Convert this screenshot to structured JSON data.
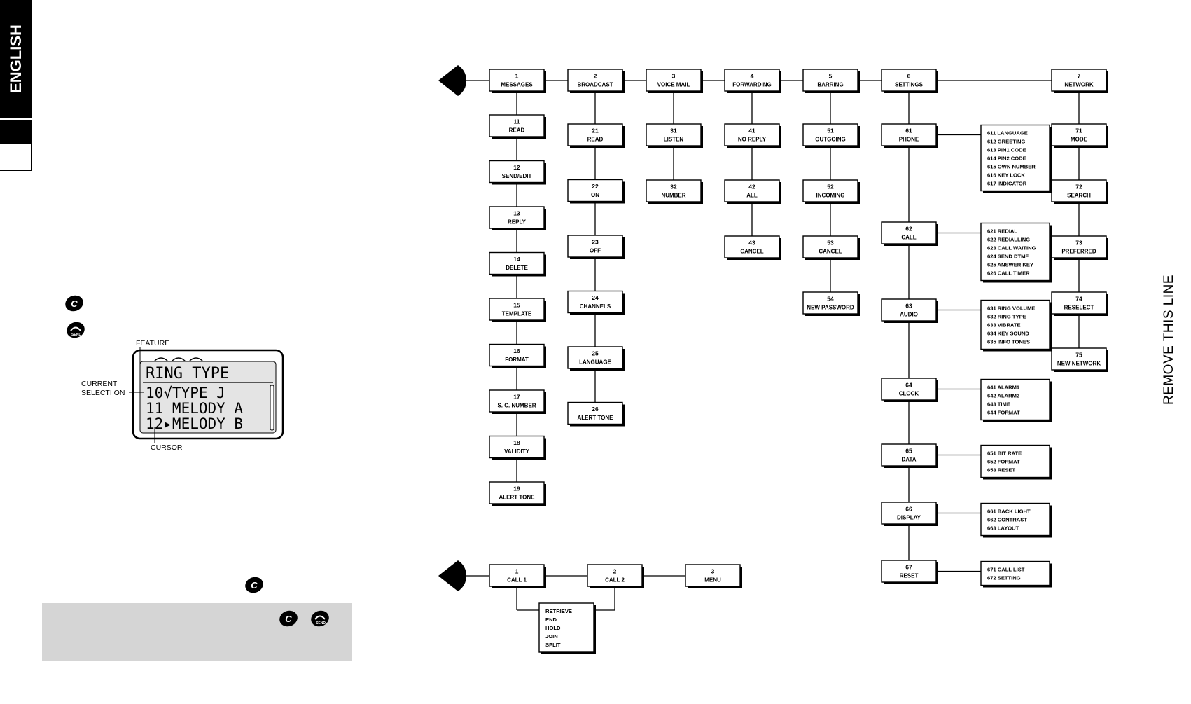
{
  "side_tab": {
    "label": "ENGLISH"
  },
  "side_text": {
    "remove": "REMOVE THIS LINE"
  },
  "lcd": {
    "title": "RING TYPE",
    "lines": [
      "10√TYPE J",
      "11 MELODY A",
      "12▸MELODY B"
    ],
    "labels": {
      "feature": "FEATURE",
      "current_1": "CURRENT",
      "current_2": "SELECTI ON",
      "cursor": "CURSOR"
    }
  },
  "menu1": {
    "top": [
      {
        "num": "1",
        "name": "MESSAGES"
      },
      {
        "num": "2",
        "name": "BROADCAST"
      },
      {
        "num": "3",
        "name": "VOICE MAIL"
      },
      {
        "num": "4",
        "name": "FORWARDING"
      },
      {
        "num": "5",
        "name": "BARRING"
      },
      {
        "num": "6",
        "name": "SETTINGS"
      },
      {
        "num": "7",
        "name": "NETWORK"
      }
    ],
    "col_messages": [
      {
        "num": "11",
        "name": "READ"
      },
      {
        "num": "12",
        "name": "SEND/EDIT"
      },
      {
        "num": "13",
        "name": "REPLY"
      },
      {
        "num": "14",
        "name": "DELETE"
      },
      {
        "num": "15",
        "name": "TEMPLATE"
      },
      {
        "num": "16",
        "name": "FORMAT"
      },
      {
        "num": "17",
        "name": "S. C. NUMBER"
      },
      {
        "num": "18",
        "name": "VALIDITY"
      },
      {
        "num": "19",
        "name": "ALERT TONE"
      }
    ],
    "col_broadcast": [
      {
        "num": "21",
        "name": "READ"
      },
      {
        "num": "22",
        "name": "ON"
      },
      {
        "num": "23",
        "name": "OFF"
      },
      {
        "num": "24",
        "name": "CHANNELS"
      },
      {
        "num": "25",
        "name": "LANGUAGE"
      },
      {
        "num": "26",
        "name": "ALERT TONE"
      }
    ],
    "col_voicemail": [
      {
        "num": "31",
        "name": "LISTEN"
      },
      {
        "num": "32",
        "name": "NUMBER"
      }
    ],
    "col_forwarding": [
      {
        "num": "41",
        "name": "NO REPLY"
      },
      {
        "num": "42",
        "name": "ALL"
      },
      {
        "num": "43",
        "name": "CANCEL"
      }
    ],
    "col_barring": [
      {
        "num": "51",
        "name": "OUTGOING"
      },
      {
        "num": "52",
        "name": "INCOMING"
      },
      {
        "num": "53",
        "name": "CANCEL"
      },
      {
        "num": "54",
        "name": "NEW PASSWORD"
      }
    ],
    "col_settings": [
      {
        "num": "61",
        "name": "PHONE"
      },
      {
        "num": "62",
        "name": "CALL"
      },
      {
        "num": "63",
        "name": "AUDIO"
      },
      {
        "num": "64",
        "name": "CLOCK"
      },
      {
        "num": "65",
        "name": "DATA"
      },
      {
        "num": "66",
        "name": "DISPLAY"
      },
      {
        "num": "67",
        "name": "RESET"
      }
    ],
    "settings_sub": [
      [
        "611 LANGUAGE",
        "612 GREETING",
        "613 PIN1 CODE",
        "614 PIN2 CODE",
        "615 OWN NUMBER",
        "616 KEY LOCK",
        "617 INDICATOR"
      ],
      [
        "621 REDIAL",
        "622 REDIALLING",
        "623 CALL WAITING",
        "624 SEND DTMF",
        "625 ANSWER KEY",
        "626 CALL TIMER"
      ],
      [
        "631 RING VOLUME",
        "632 RING TYPE",
        "633 VIBRATE",
        "634 KEY SOUND",
        "635 INFO TONES"
      ],
      [
        "641 ALARM1",
        "642 ALARM2",
        "643 TIME",
        "644 FORMAT"
      ],
      [
        "651 BIT RATE",
        "652 FORMAT",
        "653 RESET"
      ],
      [
        "661 BACK LIGHT",
        "662 CONTRAST",
        "663 LAYOUT"
      ],
      [
        "671 CALL LIST",
        "672 SETTING"
      ]
    ],
    "col_network": [
      {
        "num": "71",
        "name": "MODE"
      },
      {
        "num": "72",
        "name": "SEARCH"
      },
      {
        "num": "73",
        "name": "PREFERRED"
      },
      {
        "num": "74",
        "name": "RESELECT"
      },
      {
        "num": "75",
        "name": "NEW NETWORK"
      }
    ]
  },
  "menu2": {
    "top": [
      {
        "num": "1",
        "name": "CALL 1"
      },
      {
        "num": "2",
        "name": "CALL 2"
      },
      {
        "num": "3",
        "name": "MENU"
      }
    ],
    "sub": [
      "RETRIEVE",
      "END",
      "HOLD",
      "JOIN",
      "SPLIT"
    ]
  },
  "icons": [
    "clear-key-icon",
    "send-key-icon",
    "clear-key-icon",
    "clear-key-icon",
    "send-key-icon"
  ]
}
